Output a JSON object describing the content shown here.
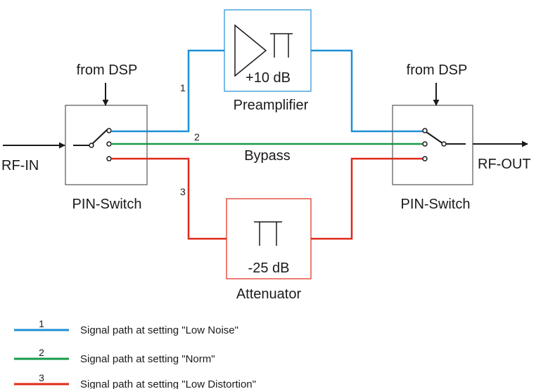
{
  "colors": {
    "path1": "#1e8fd6",
    "path2": "#169a4a",
    "path3": "#e02818",
    "line": "#1a1a1a",
    "box": "#555555"
  },
  "labels": {
    "rf_in": "RF-IN",
    "rf_out": "RF-OUT",
    "from_dsp_left": "from DSP",
    "from_dsp_right": "from DSP",
    "switch_left": "PIN-Switch",
    "switch_right": "PIN-Switch",
    "preamp_gain": "+10 dB",
    "preamp_name": "Preamplifier",
    "bypass": "Bypass",
    "atten_gain": "-25 dB",
    "atten_name": "Attenuator",
    "path1_num": "1",
    "path2_num": "2",
    "path3_num": "3"
  },
  "legend": [
    {
      "num": "1",
      "text": "Signal path at setting \"Low Noise\""
    },
    {
      "num": "2",
      "text": "Signal path at setting  \"Norm\""
    },
    {
      "num": "3",
      "text": "Signal path at setting  \"Low Distortion\""
    }
  ],
  "icons": {
    "amplifier": "triangle-amplifier-icon",
    "pi_network": "pi-network-icon",
    "switch": "spdt-switch-icon"
  }
}
